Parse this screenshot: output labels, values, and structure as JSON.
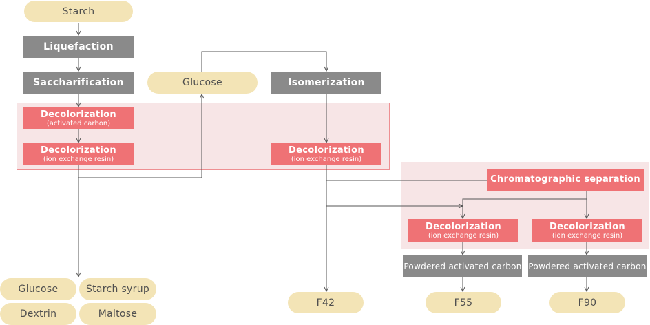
{
  "nodes": {
    "starch": "Starch",
    "liquefaction": "Liquefaction",
    "saccharification": "Saccharification",
    "glucose_top": "Glucose",
    "isomerization": "Isomerization",
    "decol_carbon": {
      "title": "Decolorization",
      "sub": "(activated carbon)"
    },
    "decol_resin_left": {
      "title": "Decolorization",
      "sub": "(ion exchange resin)"
    },
    "decol_resin_mid": {
      "title": "Decolorization",
      "sub": "(ion exchange resin)"
    },
    "chromatographic": "Chromatographic separation",
    "decol_resin_r1": {
      "title": "Decolorization",
      "sub": "(ion exchange resin)"
    },
    "decol_resin_r2": {
      "title": "Decolorization",
      "sub": "(ion exchange resin)"
    },
    "powdered_carbon_1": "Powdered activated carbon",
    "powdered_carbon_2": "Powdered activated carbon"
  },
  "products": {
    "glucose": "Glucose",
    "starch_syrup": "Starch syrup",
    "dextrin": "Dextrin",
    "maltose": "Maltose",
    "f42": "F42",
    "f55": "F55",
    "f90": "F90"
  },
  "colors": {
    "pill": "#f3e4b6",
    "process": "#8a8a8a",
    "decolorization": "#ef7275",
    "zone_fill": "#f7e5e6",
    "zone_border": "#ee8f92",
    "line": "#555555"
  }
}
